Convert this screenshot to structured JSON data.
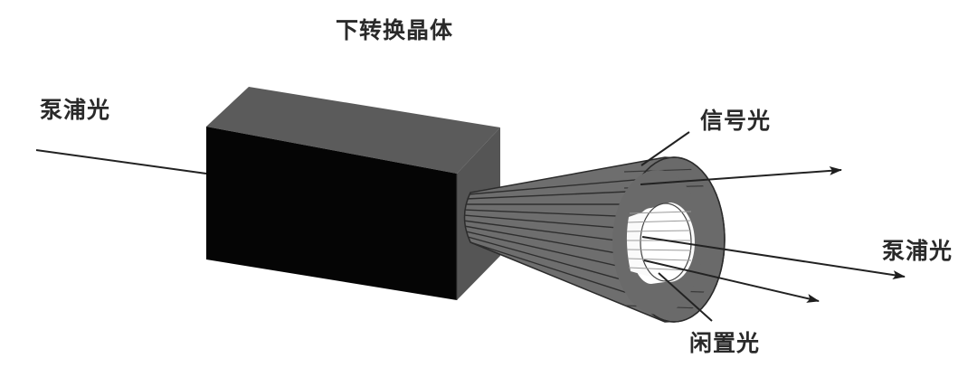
{
  "diagram": {
    "title": "下转换晶体",
    "labels": {
      "crystal": "下转换晶体",
      "pump_in": "泵浦光",
      "signal": "信号光",
      "pump_out": "泵浦光",
      "idler": "闲置光"
    },
    "components": [
      {
        "id": "crystal",
        "type": "rectangular-prism",
        "label": "下转换晶体"
      },
      {
        "id": "emission-cone",
        "type": "cone",
        "description": "signal and idler emission cone"
      }
    ],
    "beams": [
      {
        "id": "pump-in",
        "label": "泵浦光",
        "direction": "into crystal"
      },
      {
        "id": "signal",
        "label": "信号光",
        "direction": "out, upper"
      },
      {
        "id": "pump-out",
        "label": "泵浦光",
        "direction": "out, middle"
      },
      {
        "id": "idler",
        "label": "闲置光",
        "direction": "out, lower"
      }
    ],
    "colors": {
      "crystal_front": "#050505",
      "crystal_top": "#5a5a5a",
      "crystal_side": "#555555",
      "cone_fill": "#6e6e6e",
      "cone_lines": "#2b2b2b",
      "inner_hollow": "#ffffff",
      "beam": "#222222"
    }
  }
}
